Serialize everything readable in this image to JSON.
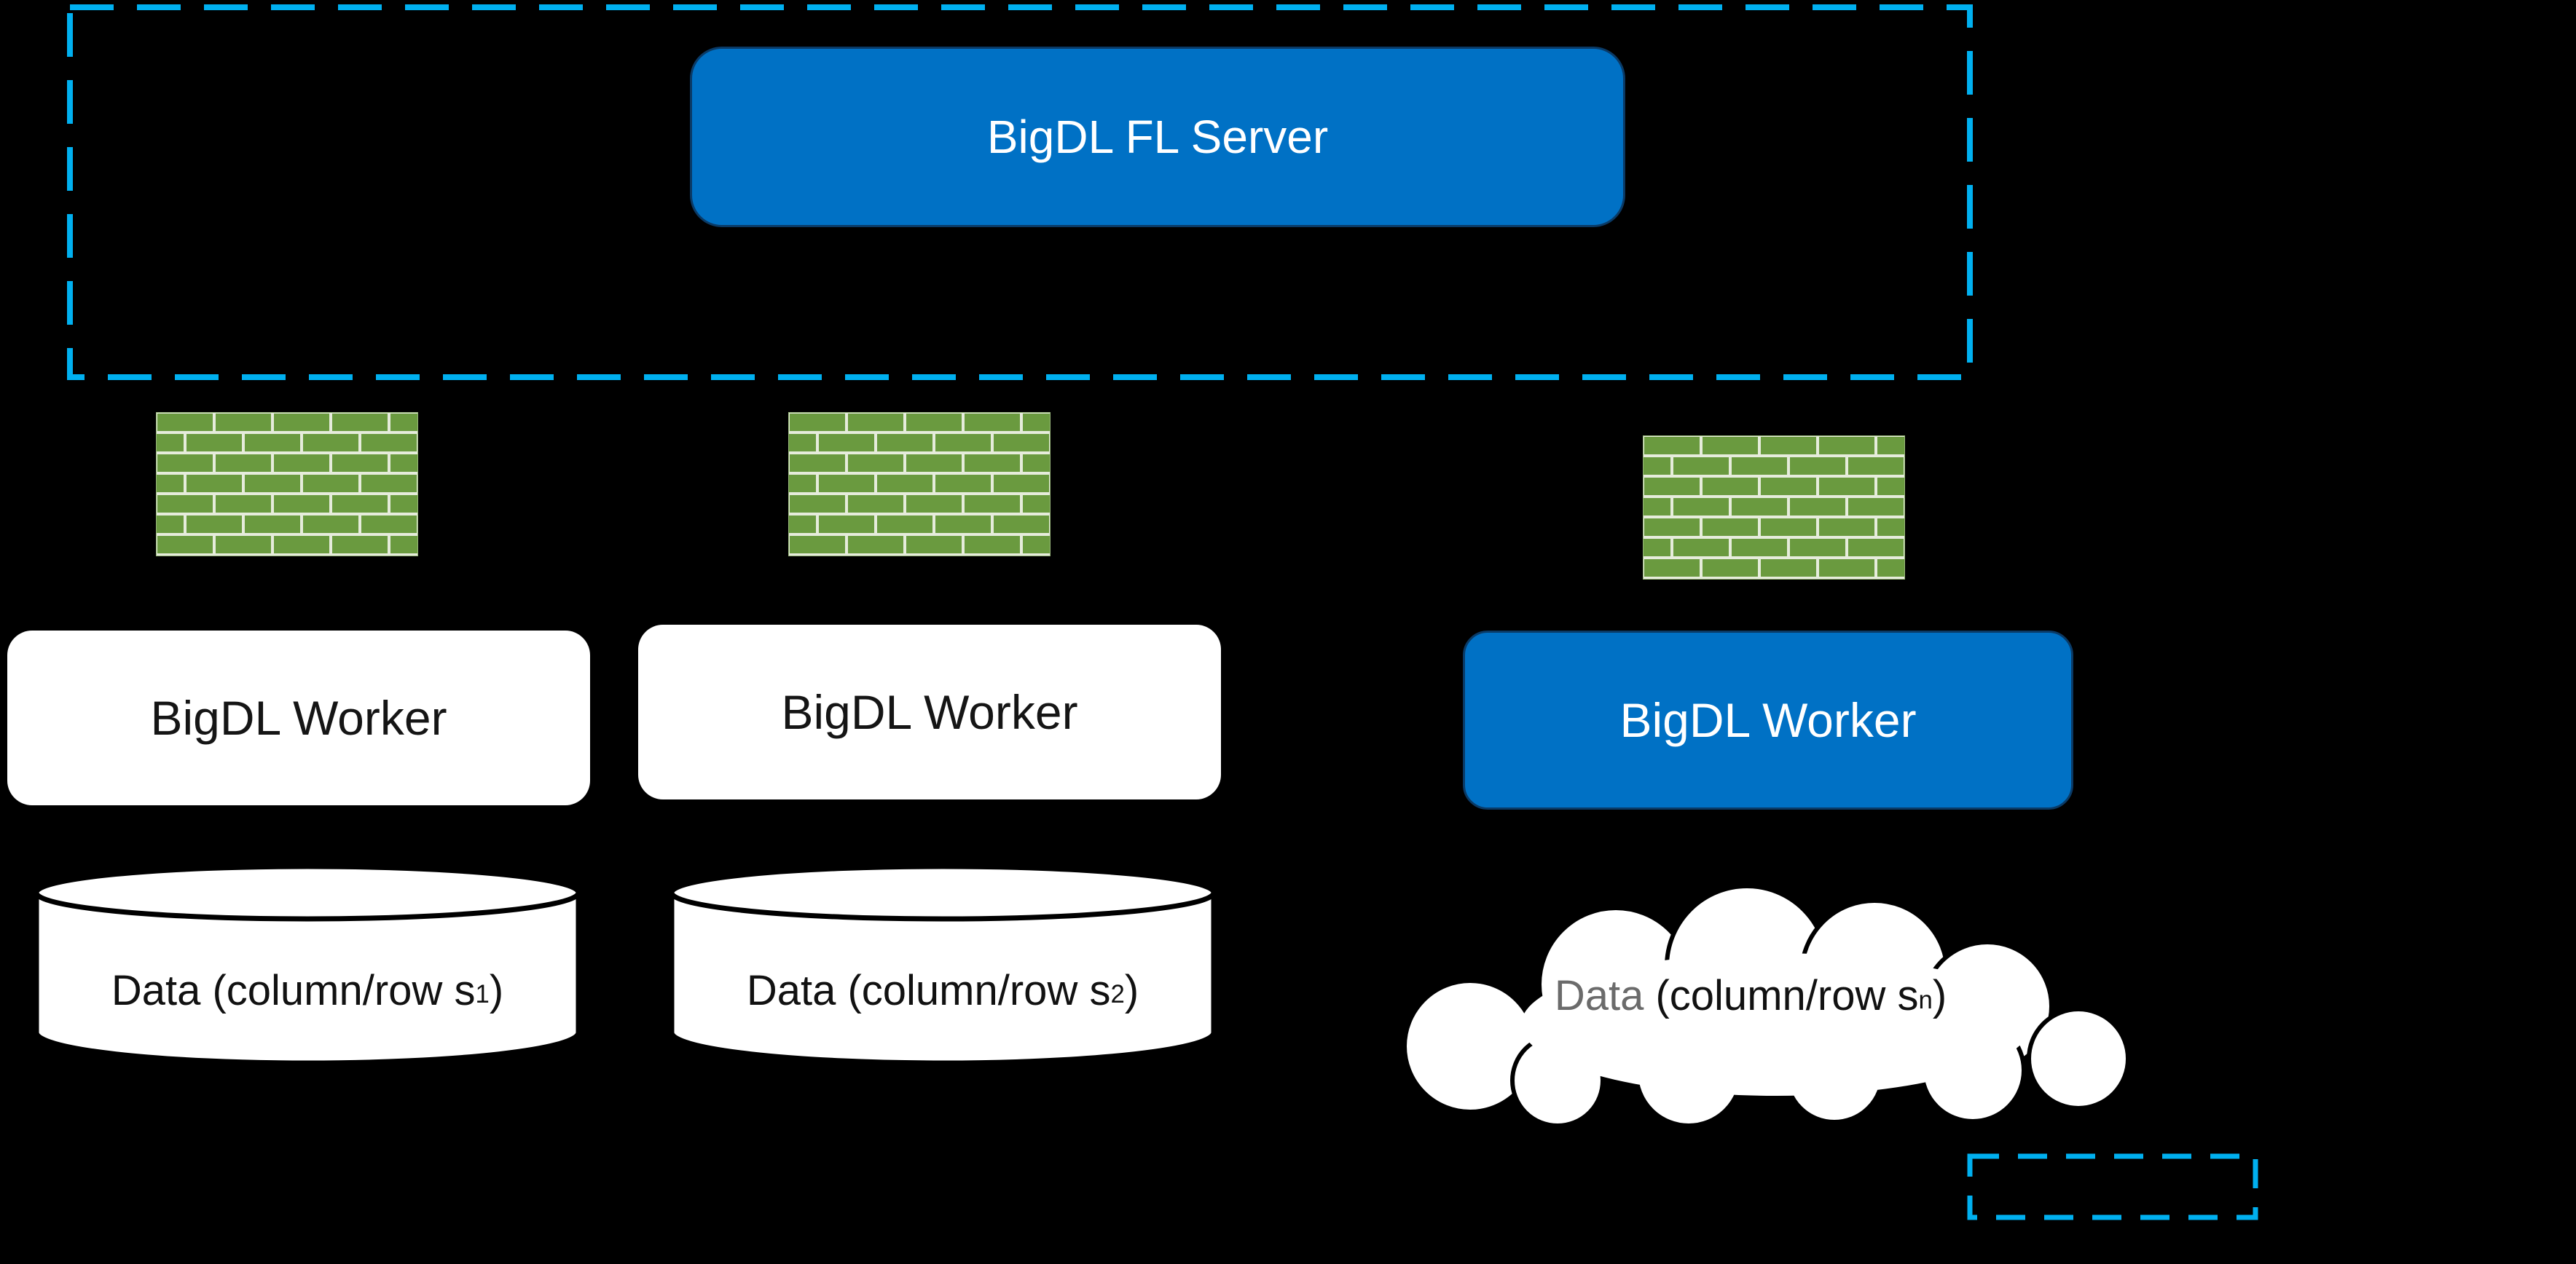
{
  "colors": {
    "background": "#000000",
    "intel_blue": "#0071c5",
    "dashed_cyan": "#00b0f0",
    "brick_green": "#6a9a3f",
    "box_white": "#ffffff"
  },
  "server": {
    "label": "BigDL FL Server"
  },
  "firewall": {
    "icon": "brick-wall-firewall",
    "count": 3
  },
  "workers": [
    {
      "label": "BigDL Worker",
      "style": "white"
    },
    {
      "label": "BigDL Worker",
      "style": "white"
    },
    {
      "label": "BigDL Worker",
      "style": "blue"
    }
  ],
  "datastores": [
    {
      "shape": "cylinder",
      "prefix": "Data (column/row s",
      "sub": "1",
      "suffix": ")"
    },
    {
      "shape": "cylinder",
      "prefix": "Data (column/row s",
      "sub": "2",
      "suffix": ")"
    },
    {
      "shape": "cloud",
      "gray_word": "Data",
      "prefix": " (column/row s",
      "sub": "n",
      "suffix": ")"
    }
  ]
}
